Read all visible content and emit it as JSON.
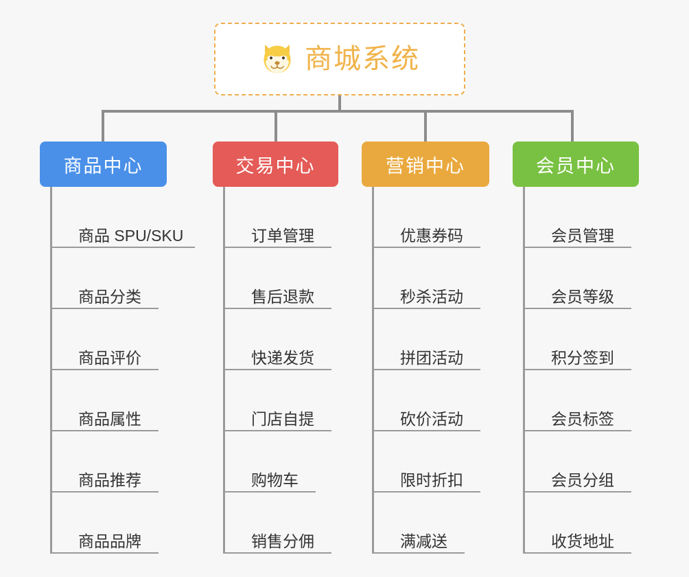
{
  "page": {
    "background_color": "#f7f7f7",
    "connector_color": "#8c8c8c",
    "item_line_color": "#9a9a9a",
    "item_text_color": "#333333"
  },
  "root": {
    "title": "商城系统",
    "icon": "shiba-inu-dog-face-emoji",
    "text_color": "#f0b34a",
    "border_color": "#f0ad4e",
    "background_color": "#ffffff"
  },
  "branches": [
    {
      "id": "product-center",
      "label": "商品中心",
      "color": "#4a90e8",
      "items": [
        "商品 SPU/SKU",
        "商品分类",
        "商品评价",
        "商品属性",
        "商品推荐",
        "商品品牌"
      ]
    },
    {
      "id": "trade-center",
      "label": "交易中心",
      "color": "#e45b57",
      "items": [
        "订单管理",
        "售后退款",
        "快递发货",
        "门店自提",
        "购物车",
        "销售分佣"
      ]
    },
    {
      "id": "marketing-center",
      "label": "营销中心",
      "color": "#eaa93e",
      "items": [
        "优惠券码",
        "秒杀活动",
        "拼团活动",
        "砍价活动",
        "限时折扣",
        "满减送"
      ]
    },
    {
      "id": "member-center",
      "label": "会员中心",
      "color": "#79c142",
      "items": [
        "会员管理",
        "会员等级",
        "积分签到",
        "会员标签",
        "会员分组",
        "收货地址"
      ]
    }
  ]
}
